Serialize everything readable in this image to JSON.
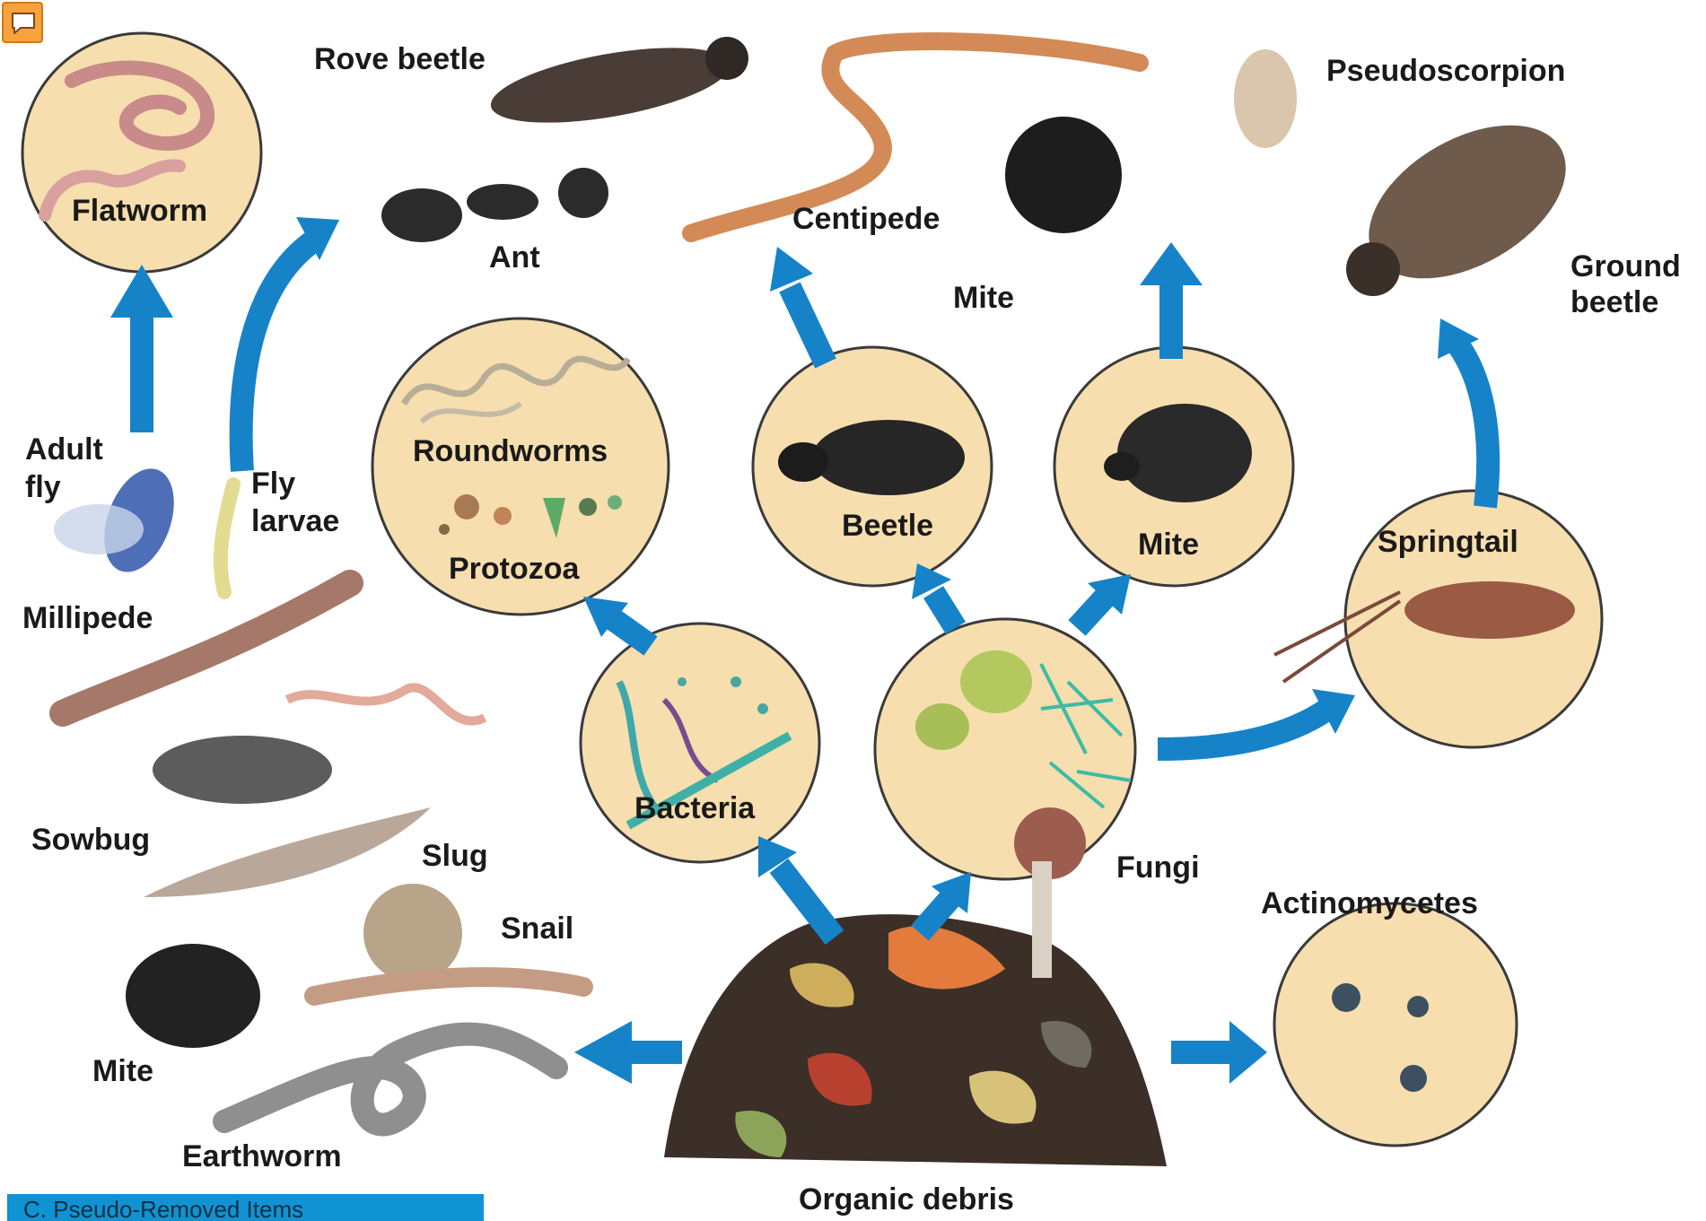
{
  "labels": {
    "flatworm": "Flatworm",
    "rove_beetle": "Rove beetle",
    "ant": "Ant",
    "centipede": "Centipede",
    "pseudoscorpion": "Pseudoscorpion",
    "mite_top": "Mite",
    "ground_beetle_1": "Ground",
    "ground_beetle_2": "beetle",
    "adult_fly_1": "Adult",
    "adult_fly_2": "fly",
    "fly_larvae_1": "Fly",
    "fly_larvae_2": "larvae",
    "roundworms": "Roundworms",
    "protozoa": "Protozoa",
    "beetle": "Beetle",
    "mite_mid": "Mite",
    "springtail": "Springtail",
    "millipede": "Millipede",
    "sowbug": "Sowbug",
    "slug": "Slug",
    "snail": "Snail",
    "mite_bottom": "Mite",
    "earthworm": "Earthworm",
    "bacteria": "Bacteria",
    "fungi": "Fungi",
    "actinomycetes": "Actinomycetes",
    "organic_debris": "Organic debris"
  },
  "footer": {
    "text": "C. Pseudo-Removed Items"
  },
  "icons": {
    "comment": "comment-icon"
  },
  "colors": {
    "arrow": "#1683c9",
    "circle_fill": "#f6deae",
    "comment_icon": "#f7a23c",
    "footer_bar": "#0f93d2"
  }
}
